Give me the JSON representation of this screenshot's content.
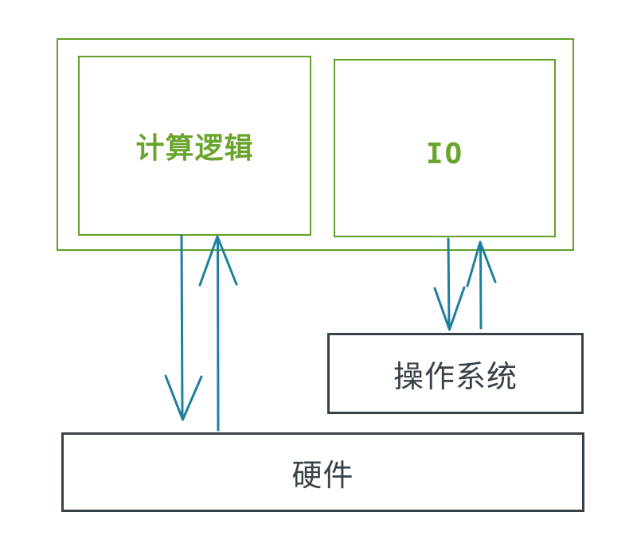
{
  "nodes": {
    "compute_logic": {
      "label": "计算逻辑"
    },
    "io": {
      "label": "IO"
    },
    "os": {
      "label": "操作系统"
    },
    "hardware": {
      "label": "硬件"
    }
  },
  "arrows": [
    {
      "from": "compute_logic",
      "to": "hardware",
      "direction": "down"
    },
    {
      "from": "hardware",
      "to": "compute_logic",
      "direction": "up"
    },
    {
      "from": "io",
      "to": "os",
      "direction": "down"
    },
    {
      "from": "os",
      "to": "io",
      "direction": "up"
    }
  ],
  "colors": {
    "border_green": "#61a024",
    "text_green": "#6aa42c",
    "arrow_teal": "#1e7f9e",
    "dark": "#394148",
    "background": "#ffffff"
  }
}
